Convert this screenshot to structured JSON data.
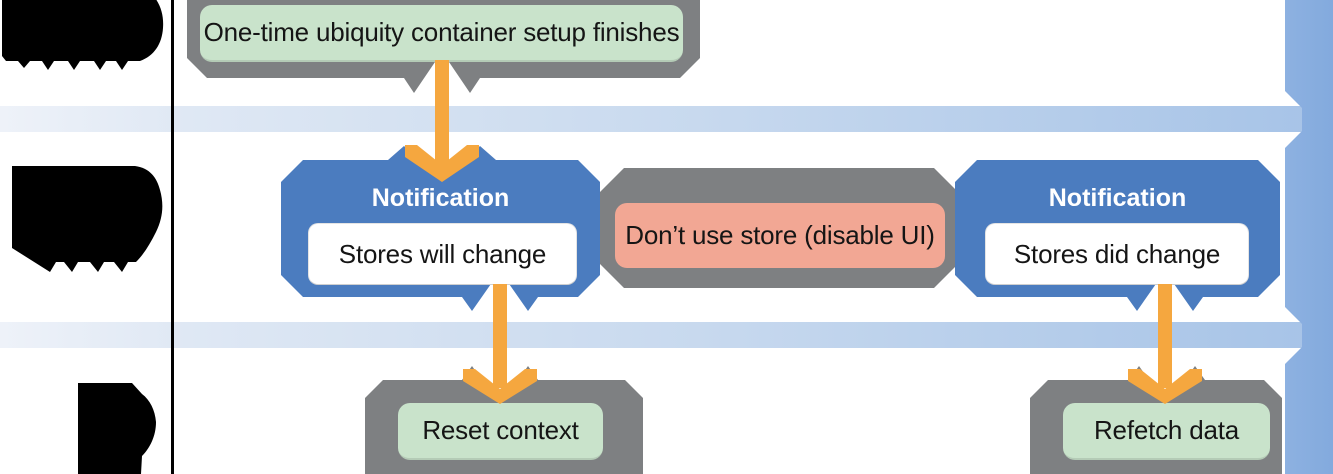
{
  "diagram": {
    "description": "Flow diagram: ubiquity container setup triggers notifications and actions across redacted lanes",
    "nodes": {
      "setup_event": {
        "label": "One-time ubiquity container setup finishes"
      },
      "notification_left": {
        "title": "Notification",
        "label": "Stores will change"
      },
      "disable_ui": {
        "label": "Don’t use store (disable UI)"
      },
      "notification_right": {
        "title": "Notification",
        "label": "Stores did change"
      },
      "reset_action": {
        "label": "Reset context"
      },
      "refetch_action": {
        "label": "Refetch data"
      }
    },
    "lanes": {
      "count": 3,
      "labels_redacted": true
    },
    "colors": {
      "event_container_gray": "#7e8082",
      "event_fill_green": "#c9e3cb",
      "notification_blue": "#4b7cbf",
      "notification_inner_white": "#ffffff",
      "warning_salmon": "#f2a794",
      "arrow_orange": "#f5a73f",
      "timeline_bar_blue": "#83aadd",
      "band_gradient_start": "#eef2f9",
      "band_gradient_end": "#a6c3e7",
      "lane_divider_black": "#000000",
      "text_black": "#151515",
      "notification_title_white": "#ffffff"
    }
  }
}
